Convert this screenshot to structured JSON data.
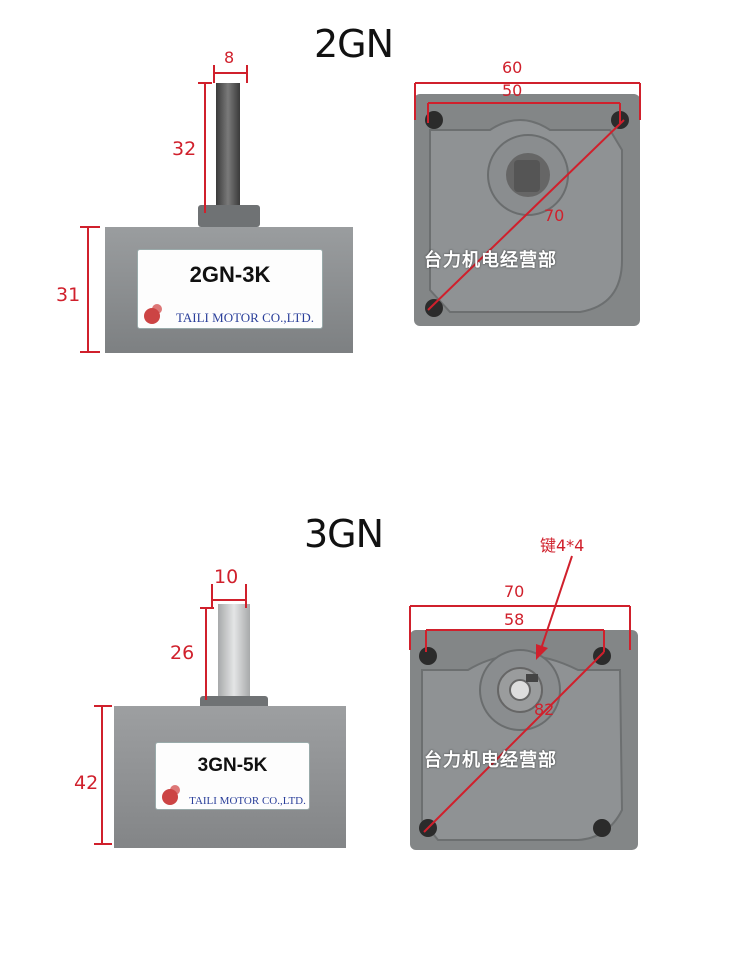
{
  "sections": [
    {
      "title": "2GN",
      "side_view": {
        "shaft_width": "8",
        "shaft_length": "32",
        "body_height": "31",
        "plate_model": "2GN-3K",
        "plate_company": "TAILI MOTOR CO.,LTD."
      },
      "face_view": {
        "outer_width": "60",
        "hole_spacing": "50",
        "diagonal": "70",
        "watermark": "台力机电经营部"
      }
    },
    {
      "title": "3GN",
      "side_view": {
        "shaft_width": "10",
        "shaft_length": "26",
        "body_height": "42",
        "plate_model": "3GN-5K",
        "plate_company": "TAILI MOTOR CO.,LTD."
      },
      "face_view": {
        "outer_width": "70",
        "hole_spacing": "58",
        "diagonal": "82",
        "key_label": "键4*4",
        "watermark": "台力机电经营部"
      }
    }
  ],
  "colors": {
    "dimension": "#d0202c",
    "motor_body": "#8a8d8f",
    "plate_stripe": "#2a3f9a"
  }
}
